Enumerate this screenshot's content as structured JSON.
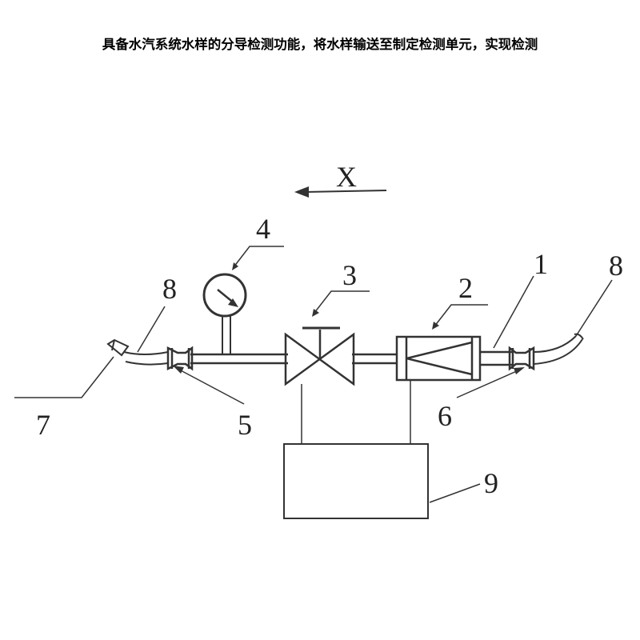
{
  "caption": "具备水汽系统水样的分导检测功能，将水样输送至制定检测单元，实现检测",
  "flow_direction_label": "X",
  "part_labels": {
    "p1": "1",
    "p2": "2",
    "p3": "3",
    "p4": "4",
    "p5": "5",
    "p6": "6",
    "p7": "7",
    "p8_left": "8",
    "p8_right": "8",
    "p9": "9"
  }
}
